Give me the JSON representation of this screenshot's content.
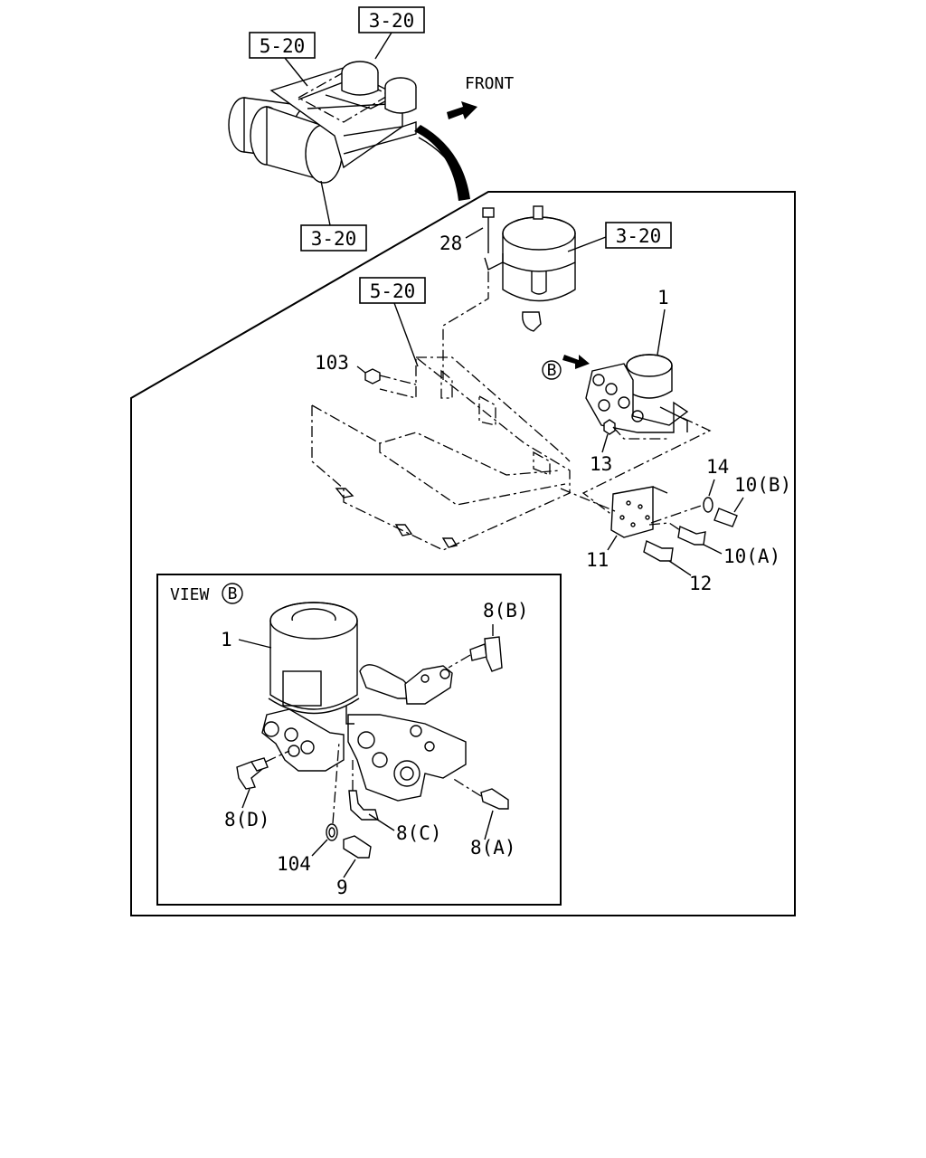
{
  "refs": {
    "top_3_20": "3-20",
    "top_5_20": "5-20",
    "bottom_3_20": "3-20",
    "tank_3_20": "3-20",
    "bracket_5_20": "5-20"
  },
  "front_label": "FRONT",
  "view_marker": "B",
  "main_callouts": {
    "c28": "28",
    "c103": "103",
    "c1": "1",
    "c13": "13",
    "c14": "14",
    "c10b": "10(B)",
    "c10a": "10(A)",
    "c11": "11",
    "c12": "12"
  },
  "view_box": {
    "title": "VIEW",
    "title_marker": "B",
    "callouts": {
      "c1": "1",
      "c8b": "8(B)",
      "c8d": "8(D)",
      "c8c": "8(C)",
      "c8a": "8(A)",
      "c104": "104",
      "c9": "9"
    }
  }
}
